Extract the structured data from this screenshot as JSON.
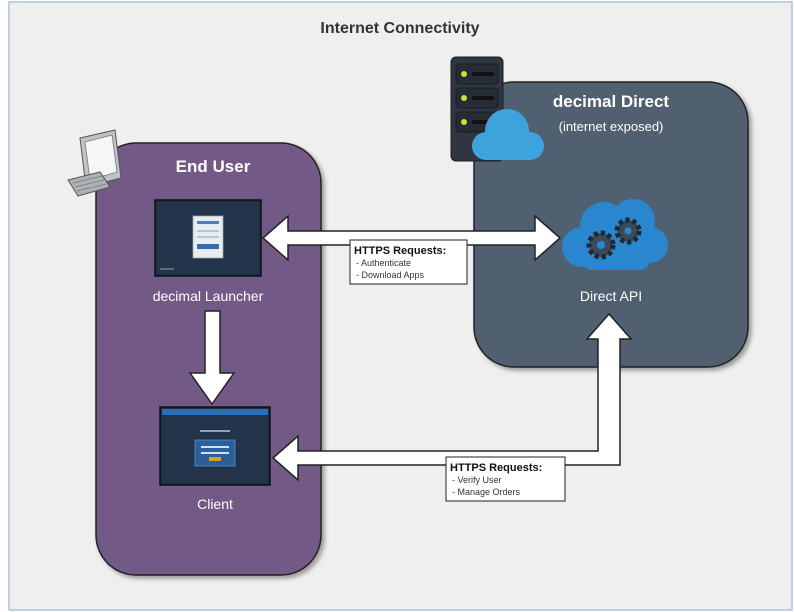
{
  "title": "Internet Connectivity",
  "end_user": {
    "title": "End User",
    "launcher_label": "decimal Launcher",
    "client_label": "Client"
  },
  "direct": {
    "title": "decimal Direct",
    "subtitle": "(internet exposed)",
    "api_label": "Direct API"
  },
  "requests_top": {
    "heading": "HTTPS Requests:",
    "items": [
      "- Authenticate",
      "- Download Apps"
    ]
  },
  "requests_bottom": {
    "heading": "HTTPS Requests:",
    "items": [
      "- Verify User",
      "- Manage Orders"
    ]
  },
  "colors": {
    "frame_bg": "#efefef",
    "frame_border": "#a9c4dc",
    "end_user_panel": "#735a86",
    "direct_panel": "#51606f",
    "cloud": "#3ea3dc",
    "server": "#2f3640",
    "server_led": "#c8e23a",
    "arrow_fill": "#ffffff",
    "arrow_stroke": "#222222"
  },
  "icons": [
    "computer-icon",
    "server-icon",
    "cloud-icon",
    "cloud-gears-icon"
  ]
}
